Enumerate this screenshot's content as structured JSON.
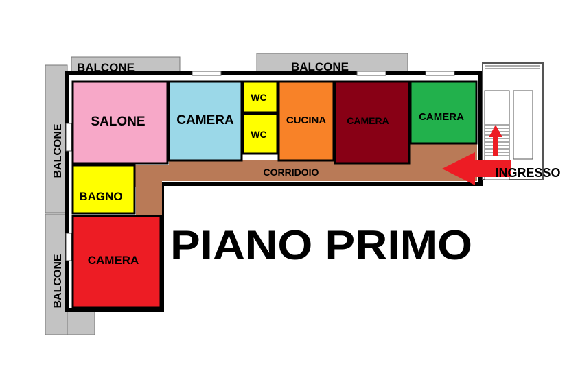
{
  "plan": {
    "title": "PIANO PRIMO",
    "entrance_label": "INGRESSO",
    "corridor_label": "CORRIDOIO",
    "balconies": {
      "top_left": "BALCONE",
      "top_center": "BALCONE",
      "left_upper": "BALCONE",
      "left_lower": "BALCONE"
    },
    "rooms": {
      "salone": "SALONE",
      "camera_1": "CAMERA",
      "wc_1": "WC",
      "wc_2": "WC",
      "cucina": "CUCINA",
      "camera_2": "CAMERA",
      "camera_3": "CAMERA",
      "bagno": "BAGNO",
      "camera_4": "CAMERA"
    },
    "colors": {
      "salone": "#F7A8C8",
      "camera_1": "#9BD8E8",
      "wc": "#FFFF00",
      "cucina": "#F88228",
      "camera_2": "#880015",
      "camera_3": "#22B14C",
      "bagno": "#FFFF00",
      "camera_4": "#ED1C24",
      "corridor": "#B97A57",
      "balcony": "#C3C3C3",
      "arrow": "#ED1C24"
    }
  }
}
